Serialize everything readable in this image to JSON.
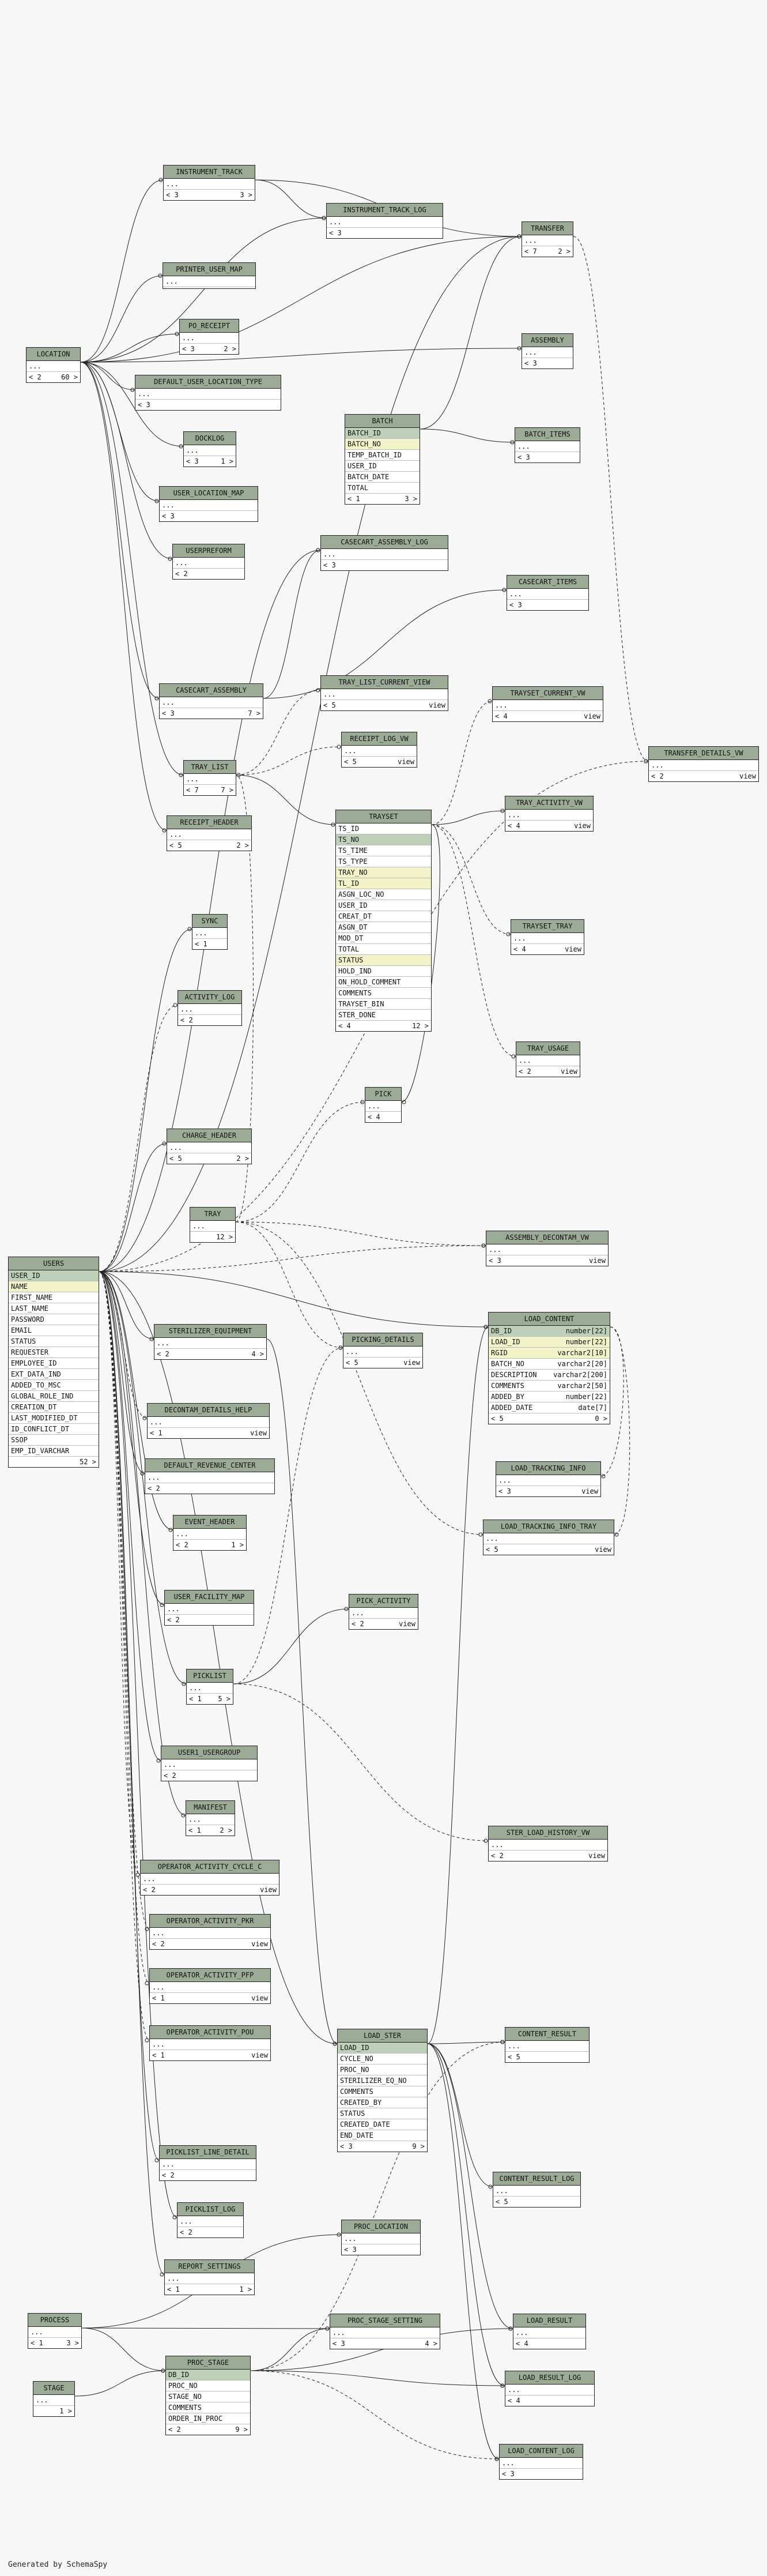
{
  "footer": "Generated by SchemaSpy",
  "tables": [
    {
      "id": "INSTRUMENT_TRACK",
      "name": "INSTRUMENT_TRACK",
      "columns": [
        "..."
      ],
      "footer": [
        "< 3",
        "",
        "3 >"
      ]
    },
    {
      "id": "INSTRUMENT_TRACK_LOG",
      "name": "INSTRUMENT_TRACK_LOG",
      "columns": [
        "..."
      ],
      "footer": [
        "< 3",
        "",
        ""
      ]
    },
    {
      "id": "TRANSFER",
      "name": "TRANSFER",
      "columns": [
        "..."
      ],
      "footer": [
        "< 7",
        "",
        "2 >"
      ]
    },
    {
      "id": "PRINTER_USER_MAP",
      "name": "PRINTER_USER_MAP",
      "columns": [
        "..."
      ],
      "footer": [
        "",
        "",
        ""
      ]
    },
    {
      "id": "PO_RECEIPT",
      "name": "PO_RECEIPT",
      "columns": [
        "..."
      ],
      "footer": [
        "< 3",
        "",
        "2 >"
      ]
    },
    {
      "id": "LOCATION",
      "name": "LOCATION",
      "columns": [
        "..."
      ],
      "footer": [
        "< 2",
        "",
        "60 >"
      ]
    },
    {
      "id": "DEFAULT_USER_LOCATION_TYPE",
      "name": "DEFAULT_USER_LOCATION_TYPE",
      "columns": [
        "..."
      ],
      "footer": [
        "< 3",
        "",
        ""
      ]
    },
    {
      "id": "ASSEMBLY",
      "name": "ASSEMBLY",
      "columns": [
        "..."
      ],
      "footer": [
        "< 3",
        "",
        ""
      ]
    },
    {
      "id": "BATCH",
      "name": "BATCH",
      "columns": [
        {
          "n": "BATCH_ID",
          "c": "pk"
        },
        {
          "n": "BATCH_NO",
          "c": "idx"
        },
        "TEMP_BATCH_ID",
        "USER_ID",
        "BATCH_DATE",
        "TOTAL"
      ],
      "footer": [
        "< 1",
        "",
        "3 >"
      ]
    },
    {
      "id": "DOCKLOG",
      "name": "DOCKLOG",
      "columns": [
        "..."
      ],
      "footer": [
        "< 3",
        "",
        "1 >"
      ]
    },
    {
      "id": "BATCH_ITEMS",
      "name": "BATCH_ITEMS",
      "columns": [
        "..."
      ],
      "footer": [
        "< 3",
        "",
        ""
      ]
    },
    {
      "id": "USER_LOCATION_MAP",
      "name": "USER_LOCATION_MAP",
      "columns": [
        "..."
      ],
      "footer": [
        "< 3",
        "",
        ""
      ]
    },
    {
      "id": "USERPREFORM",
      "name": "USERPREFORM",
      "columns": [
        "..."
      ],
      "footer": [
        "< 2",
        "",
        ""
      ]
    },
    {
      "id": "CASECART_ASSEMBLY_LOG",
      "name": "CASECART_ASSEMBLY_LOG",
      "columns": [
        "..."
      ],
      "footer": [
        "< 3",
        "",
        ""
      ]
    },
    {
      "id": "CASECART_ITEMS",
      "name": "CASECART_ITEMS",
      "columns": [
        "..."
      ],
      "footer": [
        "< 3",
        "",
        ""
      ]
    },
    {
      "id": "CASECART_ASSEMBLY",
      "name": "CASECART_ASSEMBLY",
      "columns": [
        "..."
      ],
      "footer": [
        "< 3",
        "",
        "7 >"
      ]
    },
    {
      "id": "TRAY_LIST_CURRENT_VIEW",
      "name": "TRAY_LIST_CURRENT_VIEW",
      "columns": [
        "..."
      ],
      "footer": [
        "< 5",
        "",
        "view"
      ]
    },
    {
      "id": "TRAYSET_CURRENT_VW",
      "name": "TRAYSET_CURRENT_VW",
      "columns": [
        "..."
      ],
      "footer": [
        "< 4",
        "",
        "view"
      ]
    },
    {
      "id": "TRANSFER_DETAILS_VW",
      "name": "TRANSFER_DETAILS_VW",
      "columns": [
        "..."
      ],
      "footer": [
        "< 2",
        "",
        "view"
      ]
    },
    {
      "id": "RECEIPT_LOG_VW",
      "name": "RECEIPT_LOG_VW",
      "columns": [
        "..."
      ],
      "footer": [
        "< 5",
        "",
        "view"
      ]
    },
    {
      "id": "TRAY_LIST",
      "name": "TRAY_LIST",
      "columns": [
        "..."
      ],
      "footer": [
        "< 7",
        "",
        "7 >"
      ]
    },
    {
      "id": "TRAY_ACTIVITY_VW",
      "name": "TRAY_ACTIVITY_VW",
      "columns": [
        "..."
      ],
      "footer": [
        "< 4",
        "",
        "view"
      ]
    },
    {
      "id": "RECEIPT_HEADER",
      "name": "RECEIPT_HEADER",
      "columns": [
        "..."
      ],
      "footer": [
        "< 5",
        "",
        "2 >"
      ]
    },
    {
      "id": "TRAYSET",
      "name": "TRAYSET",
      "columns": [
        "TS_ID",
        {
          "n": "TS_NO",
          "c": "pk"
        },
        "TS_TIME",
        "TS_TYPE",
        {
          "n": "TRAY_NO",
          "c": "idx"
        },
        {
          "n": "TL_ID",
          "c": "idx"
        },
        "ASGN_LOC_NO",
        "USER_ID",
        "CREAT_DT",
        "ASGN_DT",
        "MOD_DT",
        "TOTAL",
        {
          "n": "STATUS",
          "c": "idx"
        },
        "HOLD_IND",
        "ON_HOLD_COMMENT",
        "COMMENTS",
        "TRAYSET_BIN",
        "STER_DONE"
      ],
      "footer": [
        "< 4",
        "",
        "12 >"
      ]
    },
    {
      "id": "SYNC",
      "name": "SYNC",
      "columns": [
        "..."
      ],
      "footer": [
        "< 1",
        "",
        ""
      ]
    },
    {
      "id": "TRAYSET_TRAY",
      "name": "TRAYSET_TRAY",
      "columns": [
        "..."
      ],
      "footer": [
        "< 4",
        "",
        "view"
      ]
    },
    {
      "id": "ACTIVITY_LOG",
      "name": "ACTIVITY_LOG",
      "columns": [
        "..."
      ],
      "footer": [
        "< 2",
        "",
        ""
      ]
    },
    {
      "id": "TRAY_USAGE",
      "name": "TRAY_USAGE",
      "columns": [
        "..."
      ],
      "footer": [
        "< 2",
        "",
        "view"
      ]
    },
    {
      "id": "PICK",
      "name": "PICK",
      "columns": [
        "..."
      ],
      "footer": [
        "< 4",
        "",
        ""
      ]
    },
    {
      "id": "CHARGE_HEADER",
      "name": "CHARGE_HEADER",
      "columns": [
        "..."
      ],
      "footer": [
        "< 5",
        "",
        "2 >"
      ]
    },
    {
      "id": "TRAY",
      "name": "TRAY",
      "columns": [
        "..."
      ],
      "footer": [
        "",
        "",
        "12 >"
      ]
    },
    {
      "id": "ASSEMBLY_DECONTAM_VW",
      "name": "ASSEMBLY_DECONTAM_VW",
      "columns": [
        "..."
      ],
      "footer": [
        "< 3",
        "",
        "view"
      ]
    },
    {
      "id": "USERS",
      "name": "USERS",
      "columns": [
        {
          "n": "USER_ID",
          "c": "pk"
        },
        {
          "n": "NAME",
          "c": "idx"
        },
        "FIRST_NAME",
        "LAST_NAME",
        "PASSWORD",
        "EMAIL",
        "STATUS",
        "REQUESTER",
        "EMPLOYEE_ID",
        "EXT_DATA_IND",
        "ADDED_TO_MSC",
        "GLOBAL_ROLE_IND",
        "CREATION_DT",
        "LAST_MODIFIED_DT",
        "ID_CONFLICT_DT",
        "SSOP",
        "EMP_ID_VARCHAR"
      ],
      "footer": [
        "",
        "",
        "52 >"
      ]
    },
    {
      "id": "LOAD_CONTENT",
      "name": "LOAD_CONTENT",
      "wide": true,
      "columns": [
        {
          "n": "DB_ID",
          "t": "number[22]",
          "c": "pk"
        },
        {
          "n": "LOAD_ID",
          "t": "number[22]",
          "c": "idx"
        },
        {
          "n": "RGID",
          "t": "varchar2[10]",
          "c": "idx"
        },
        {
          "n": "BATCH_NO",
          "t": "varchar2[20]"
        },
        {
          "n": "DESCRIPTION",
          "t": "varchar2[200]"
        },
        {
          "n": "COMMENTS",
          "t": "varchar2[50]"
        },
        {
          "n": "ADDED_BY",
          "t": "number[22]"
        },
        {
          "n": "ADDED_DATE",
          "t": "date[7]"
        }
      ],
      "footer": [
        "< 5",
        "",
        "0 >"
      ]
    },
    {
      "id": "STERILIZER_EQUIPMENT",
      "name": "STERILIZER_EQUIPMENT",
      "columns": [
        "..."
      ],
      "footer": [
        "< 2",
        "",
        "4 >"
      ]
    },
    {
      "id": "PICKING_DETAILS",
      "name": "PICKING_DETAILS",
      "columns": [
        "..."
      ],
      "footer": [
        "< 5",
        "",
        "view"
      ]
    },
    {
      "id": "DECONTAM_DETAILS_HELP",
      "name": "DECONTAM_DETAILS_HELP",
      "columns": [
        "..."
      ],
      "footer": [
        "< 1",
        "",
        "view"
      ]
    },
    {
      "id": "LOAD_TRACKING_INFO",
      "name": "LOAD_TRACKING_INFO",
      "columns": [
        "..."
      ],
      "footer": [
        "< 3",
        "",
        "view"
      ]
    },
    {
      "id": "DEFAULT_REVENUE_CENTER",
      "name": "DEFAULT_REVENUE_CENTER",
      "columns": [
        "..."
      ],
      "footer": [
        "< 2",
        "",
        ""
      ]
    },
    {
      "id": "LOAD_TRACKING_INFO_TRAY",
      "name": "LOAD_TRACKING_INFO_TRAY",
      "columns": [
        "..."
      ],
      "footer": [
        "< 5",
        "",
        "view"
      ]
    },
    {
      "id": "EVENT_HEADER",
      "name": "EVENT_HEADER",
      "columns": [
        "..."
      ],
      "footer": [
        "< 2",
        "",
        "1 >"
      ]
    },
    {
      "id": "USER_FACILITY_MAP",
      "name": "USER_FACILITY_MAP",
      "columns": [
        "..."
      ],
      "footer": [
        "< 2",
        "",
        ""
      ]
    },
    {
      "id": "PICK_ACTIVITY",
      "name": "PICK_ACTIVITY",
      "columns": [
        "..."
      ],
      "footer": [
        "< 2",
        "",
        "view"
      ]
    },
    {
      "id": "PICKLIST",
      "name": "PICKLIST",
      "columns": [
        "..."
      ],
      "footer": [
        "< 1",
        "",
        "5 >"
      ]
    },
    {
      "id": "USER1_USERGROUP",
      "name": "USER1_USERGROUP",
      "columns": [
        "..."
      ],
      "footer": [
        "< 2",
        "",
        ""
      ]
    },
    {
      "id": "MANIFEST",
      "name": "MANIFEST",
      "columns": [
        "..."
      ],
      "footer": [
        "< 1",
        "",
        "2 >"
      ]
    },
    {
      "id": "STER_LOAD_HISTORY_VW",
      "name": "STER_LOAD_HISTORY_VW",
      "columns": [
        "..."
      ],
      "footer": [
        "< 2",
        "",
        "view"
      ]
    },
    {
      "id": "OPERATOR_ACTIVITY_CYCLE_C",
      "name": "OPERATOR_ACTIVITY_CYCLE_C",
      "columns": [
        "..."
      ],
      "footer": [
        "< 2",
        "",
        "view"
      ]
    },
    {
      "id": "OPERATOR_ACTIVITY_PKR",
      "name": "OPERATOR_ACTIVITY_PKR",
      "columns": [
        "..."
      ],
      "footer": [
        "< 2",
        "",
        "view"
      ]
    },
    {
      "id": "OPERATOR_ACTIVITY_PFP",
      "name": "OPERATOR_ACTIVITY_PFP",
      "columns": [
        "..."
      ],
      "footer": [
        "< 1",
        "",
        "view"
      ]
    },
    {
      "id": "OPERATOR_ACTIVITY_POU",
      "name": "OPERATOR_ACTIVITY_POU",
      "columns": [
        "..."
      ],
      "footer": [
        "< 1",
        "",
        "view"
      ]
    },
    {
      "id": "LOAD_STER",
      "name": "LOAD_STER",
      "columns": [
        {
          "n": "LOAD_ID",
          "c": "pk"
        },
        "CYCLE_NO",
        "PROC_NO",
        "STERILIZER_EQ_NO",
        "COMMENTS",
        "CREATED_BY",
        "STATUS",
        "CREATED_DATE",
        "END_DATE"
      ],
      "footer": [
        "< 3",
        "",
        "9 >"
      ]
    },
    {
      "id": "CONTENT_RESULT",
      "name": "CONTENT_RESULT",
      "columns": [
        "..."
      ],
      "footer": [
        "< 5",
        "",
        ""
      ]
    },
    {
      "id": "PICKLIST_LINE_DETAIL",
      "name": "PICKLIST_LINE_DETAIL",
      "columns": [
        "..."
      ],
      "footer": [
        "< 2",
        "",
        ""
      ]
    },
    {
      "id": "CONTENT_RESULT_LOG",
      "name": "CONTENT_RESULT_LOG",
      "columns": [
        "..."
      ],
      "footer": [
        "< 5",
        "",
        ""
      ]
    },
    {
      "id": "PICKLIST_LOG",
      "name": "PICKLIST_LOG",
      "columns": [
        "..."
      ],
      "footer": [
        "< 2",
        "",
        ""
      ]
    },
    {
      "id": "PROC_LOCATION",
      "name": "PROC_LOCATION",
      "columns": [
        "..."
      ],
      "footer": [
        "< 3",
        "",
        ""
      ]
    },
    {
      "id": "REPORT_SETTINGS",
      "name": "REPORT_SETTINGS",
      "columns": [
        "..."
      ],
      "footer": [
        "< 1",
        "",
        "1 >"
      ]
    },
    {
      "id": "PROCESS",
      "name": "PROCESS",
      "columns": [
        "..."
      ],
      "footer": [
        "< 1",
        "",
        "3 >"
      ]
    },
    {
      "id": "PROC_STAGE_SETTING",
      "name": "PROC_STAGE_SETTING",
      "columns": [
        "..."
      ],
      "footer": [
        "< 3",
        "",
        "4 >"
      ]
    },
    {
      "id": "LOAD_RESULT",
      "name": "LOAD_RESULT",
      "columns": [
        "..."
      ],
      "footer": [
        "< 4",
        "",
        ""
      ]
    },
    {
      "id": "PROC_STAGE",
      "name": "PROC_STAGE",
      "columns": [
        {
          "n": "DB_ID",
          "c": "pk"
        },
        "PROC_NO",
        "STAGE_NO",
        "COMMENTS",
        "ORDER_IN_PROC"
      ],
      "footer": [
        "< 2",
        "",
        "9 >"
      ]
    },
    {
      "id": "LOAD_RESULT_LOG",
      "name": "LOAD_RESULT_LOG",
      "columns": [
        "..."
      ],
      "footer": [
        "< 4",
        "",
        ""
      ]
    },
    {
      "id": "STAGE",
      "name": "STAGE",
      "columns": [
        "..."
      ],
      "footer": [
        "",
        "",
        "1 >"
      ]
    },
    {
      "id": "LOAD_CONTENT_LOG",
      "name": "LOAD_CONTENT_LOG",
      "columns": [
        "..."
      ],
      "footer": [
        "< 3",
        "",
        ""
      ]
    }
  ],
  "relations": [
    [
      "INSTRUMENT_TRACK",
      "INSTRUMENT_TRACK_LOG",
      "solid"
    ],
    [
      "INSTRUMENT_TRACK",
      "TRANSFER",
      "solid"
    ],
    [
      "LOCATION",
      "INSTRUMENT_TRACK",
      "solid"
    ],
    [
      "LOCATION",
      "PRINTER_USER_MAP",
      "solid"
    ],
    [
      "LOCATION",
      "PO_RECEIPT",
      "solid"
    ],
    [
      "LOCATION",
      "DEFAULT_USER_LOCATION_TYPE",
      "solid"
    ],
    [
      "LOCATION",
      "DOCKLOG",
      "solid"
    ],
    [
      "LOCATION",
      "USER_LOCATION_MAP",
      "solid"
    ],
    [
      "LOCATION",
      "TRANSFER",
      "solid"
    ],
    [
      "LOCATION",
      "ASSEMBLY",
      "solid"
    ],
    [
      "LOCATION",
      "TRAY_LIST",
      "solid"
    ],
    [
      "LOCATION",
      "RECEIPT_HEADER",
      "solid"
    ],
    [
      "LOCATION",
      "INSTRUMENT_TRACK_LOG",
      "solid"
    ],
    [
      "LOCATION",
      "CASECART_ASSEMBLY",
      "solid"
    ],
    [
      "LOCATION",
      "USERPREFORM",
      "solid"
    ],
    [
      "BATCH",
      "BATCH_ITEMS",
      "solid"
    ],
    [
      "BATCH",
      "TRANSFER",
      "solid"
    ],
    [
      "CASECART_ASSEMBLY",
      "CASECART_ITEMS",
      "solid"
    ],
    [
      "CASECART_ASSEMBLY",
      "CASECART_ASSEMBLY_LOG",
      "solid"
    ],
    [
      "TRAY_LIST",
      "TRAYSET",
      "solid"
    ],
    [
      "TRAY_LIST",
      "TRAY_LIST_CURRENT_VIEW",
      "dashed"
    ],
    [
      "TRAY_LIST",
      "RECEIPT_LOG_VW",
      "dashed"
    ],
    [
      "TRAYSET",
      "TRAY_ACTIVITY_VW",
      "solid"
    ],
    [
      "TRAYSET",
      "TRAYSET_CURRENT_VW",
      "dashed"
    ],
    [
      "TRAYSET",
      "TRAYSET_TRAY",
      "dashed"
    ],
    [
      "TRAYSET",
      "TRAY_USAGE",
      "dashed"
    ],
    [
      "TRAYSET",
      "PICK",
      "solid"
    ],
    [
      "TRANSFER",
      "TRANSFER_DETAILS_VW",
      "dashed"
    ],
    [
      "USERS",
      "TRANSFER",
      "solid"
    ],
    [
      "USERS",
      "CASECART_ASSEMBLY_LOG",
      "solid"
    ],
    [
      "USERS",
      "SYNC",
      "solid"
    ],
    [
      "USERS",
      "ACTIVITY_LOG",
      "dashed"
    ],
    [
      "USERS",
      "CHARGE_HEADER",
      "solid"
    ],
    [
      "USERS",
      "STERILIZER_EQUIPMENT",
      "solid"
    ],
    [
      "USERS",
      "DECONTAM_DETAILS_HELP",
      "dashed"
    ],
    [
      "USERS",
      "DEFAULT_REVENUE_CENTER",
      "solid"
    ],
    [
      "USERS",
      "EVENT_HEADER",
      "solid"
    ],
    [
      "USERS",
      "USER_FACILITY_MAP",
      "solid"
    ],
    [
      "USERS",
      "PICKLIST",
      "solid"
    ],
    [
      "USERS",
      "USER1_USERGROUP",
      "solid"
    ],
    [
      "USERS",
      "MANIFEST",
      "solid"
    ],
    [
      "USERS",
      "OPERATOR_ACTIVITY_CYCLE_C",
      "dashed"
    ],
    [
      "USERS",
      "OPERATOR_ACTIVITY_PKR",
      "dashed"
    ],
    [
      "USERS",
      "OPERATOR_ACTIVITY_PFP",
      "dashed"
    ],
    [
      "USERS",
      "OPERATOR_ACTIVITY_POU",
      "dashed"
    ],
    [
      "USERS",
      "PICKLIST_LINE_DETAIL",
      "solid"
    ],
    [
      "USERS",
      "PICKLIST_LOG",
      "solid"
    ],
    [
      "USERS",
      "REPORT_SETTINGS",
      "solid"
    ],
    [
      "USERS",
      "LOAD_STER",
      "solid"
    ],
    [
      "USERS",
      "LOAD_CONTENT",
      "solid"
    ],
    [
      "USERS",
      "ASSEMBLY_DECONTAM_VW",
      "dashed"
    ],
    [
      "USERS",
      "TRANSFER_DETAILS_VW",
      "dashed"
    ],
    [
      "TRAY",
      "PICK",
      "dashed"
    ],
    [
      "TRAY",
      "TRAY_LIST",
      "dashed"
    ],
    [
      "TRAY",
      "PICKING_DETAILS",
      "dashed"
    ],
    [
      "TRAY",
      "ASSEMBLY_DECONTAM_VW",
      "dashed"
    ],
    [
      "TRAY",
      "LOAD_TRACKING_INFO_TRAY",
      "dashed"
    ],
    [
      "PICKLIST",
      "PICK_ACTIVITY",
      "solid"
    ],
    [
      "PICKLIST",
      "PICKING_DETAILS",
      "dashed"
    ],
    [
      "PICKLIST",
      "STER_LOAD_HISTORY_VW",
      "dashed"
    ],
    [
      "STERILIZER_EQUIPMENT",
      "LOAD_STER",
      "solid"
    ],
    [
      "LOAD_CONTENT",
      "LOAD_TRACKING_INFO",
      "dashed"
    ],
    [
      "LOAD_CONTENT",
      "LOAD_TRACKING_INFO_TRAY",
      "dashed"
    ],
    [
      "LOAD_STER",
      "CONTENT_RESULT",
      "solid"
    ],
    [
      "LOAD_STER",
      "CONTENT_RESULT_LOG",
      "solid"
    ],
    [
      "LOAD_STER",
      "LOAD_RESULT",
      "solid"
    ],
    [
      "LOAD_STER",
      "LOAD_RESULT_LOG",
      "solid"
    ],
    [
      "LOAD_STER",
      "LOAD_CONTENT_LOG",
      "solid"
    ],
    [
      "LOAD_STER",
      "LOAD_CONTENT",
      "solid"
    ],
    [
      "PROCESS",
      "PROC_STAGE",
      "solid"
    ],
    [
      "PROCESS",
      "PROC_LOCATION",
      "solid"
    ],
    [
      "PROCESS",
      "PROC_STAGE_SETTING",
      "solid"
    ],
    [
      "STAGE",
      "PROC_STAGE",
      "solid"
    ],
    [
      "PROC_STAGE",
      "PROC_STAGE_SETTING",
      "solid"
    ],
    [
      "PROC_STAGE",
      "LOAD_RESULT",
      "solid"
    ],
    [
      "PROC_STAGE",
      "LOAD_RESULT_LOG",
      "solid"
    ],
    [
      "PROC_STAGE",
      "CONTENT_RESULT",
      "dashed"
    ],
    [
      "PROC_STAGE",
      "LOAD_CONTENT_LOG",
      "dashed"
    ]
  ]
}
